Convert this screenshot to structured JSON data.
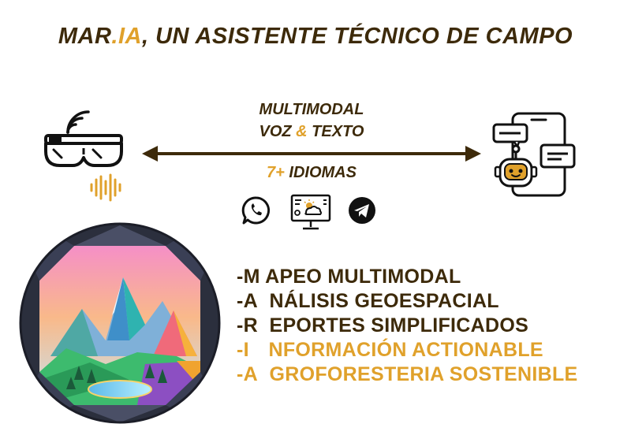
{
  "title": {
    "part1": "MAR",
    "dot": ".",
    "part2": "IA",
    "part3": ", UN ASISTENTE TÉCNICO DE CAMPO"
  },
  "modes": {
    "line1": "MULTIMODAL",
    "line2_a": "VOZ ",
    "line2_amp": "&",
    "line2_b": " TEXTO",
    "languages_num": "7+",
    "languages_word": " IDIOMAS"
  },
  "features": [
    {
      "prefix": "-M",
      "rest": "APEO MULTIMODAL",
      "color": "#3d2a0a"
    },
    {
      "prefix": "-A",
      "rest": "NÁLISIS GEOESPACIAL",
      "color": "#3d2a0a"
    },
    {
      "prefix": "-R",
      "rest": "EPORTES SIMPLIFICADOS",
      "color": "#3d2a0a"
    },
    {
      "prefix": "-I",
      "rest": "NFORMACIÓN ACTIONABLE",
      "color": "#e0a12b"
    },
    {
      "prefix": "-A",
      "rest": "GROFORESTERIA SOSTENIBLE",
      "color": "#e0a12b"
    }
  ],
  "colors": {
    "brown": "#3d2a0a",
    "gold": "#e0a12b",
    "accent_dot": "#7a1c4b"
  },
  "icons": [
    "smart-glasses-icon",
    "sound-wave-icon",
    "double-arrow-icon",
    "whatsapp-icon",
    "weather-dashboard-icon",
    "telegram-icon",
    "phone-chatbot-icon",
    "mountain-landscape-image"
  ]
}
